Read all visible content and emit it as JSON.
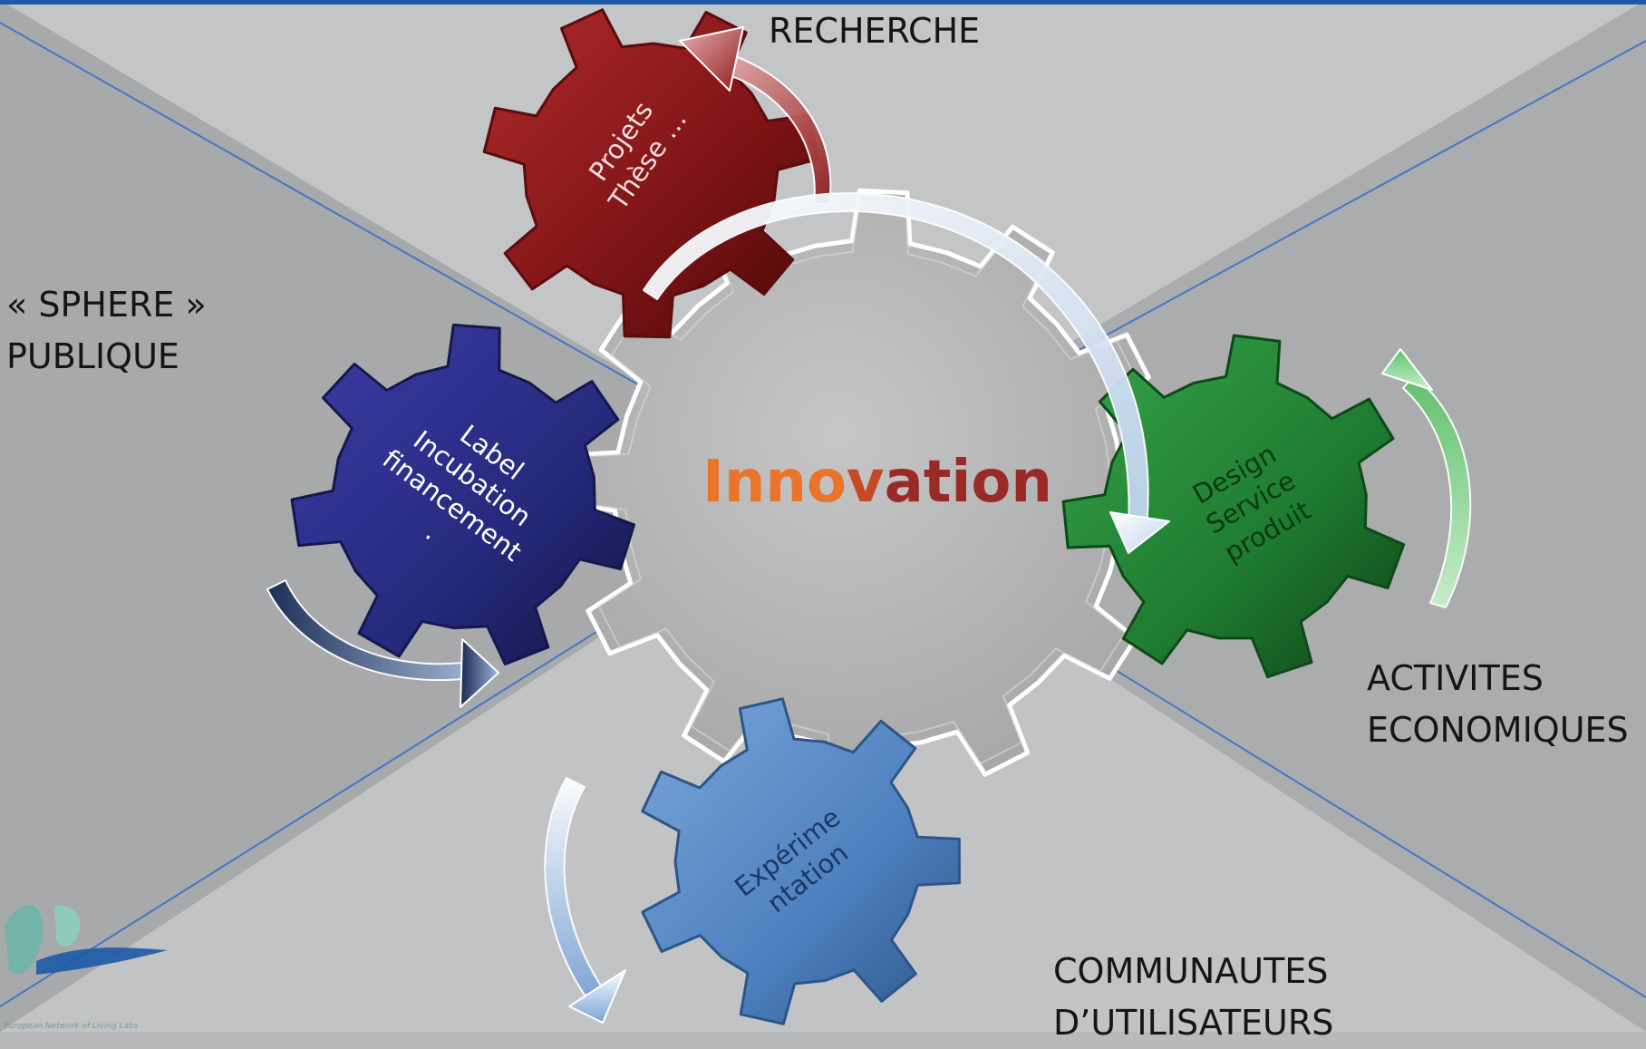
{
  "center": {
    "prefix": "Inno",
    "mid": "v",
    "suffix": "ation"
  },
  "spheres": {
    "recherche": "RECHERCHE",
    "publique": [
      "« SPHERE »",
      "PUBLIQUE"
    ],
    "activites": [
      "ACTIVITES",
      "ECONOMIQUES"
    ],
    "communautes": [
      "COMMUNAUTES",
      "D’UTILISATEURS"
    ]
  },
  "gears": {
    "research": {
      "lines": [
        "Projets",
        "Thèse …"
      ],
      "color": "#7f1416"
    },
    "public": {
      "lines": [
        "Label",
        "Incubation",
        "financement",
        "."
      ],
      "color": "#27287c"
    },
    "economic": {
      "lines": [
        "Design",
        "Service",
        "produit"
      ],
      "color": "#1f7a2f"
    },
    "users": {
      "lines": [
        "Expérime",
        "ntation"
      ],
      "color": "#4c7fbf"
    }
  },
  "colors": {
    "center_gear": "#b9b9b9",
    "center_orange": "#e9742a",
    "center_red": "#9a2a26",
    "border": "#1e5aa8"
  },
  "logo": {
    "text": "European Network of Living Labs"
  }
}
